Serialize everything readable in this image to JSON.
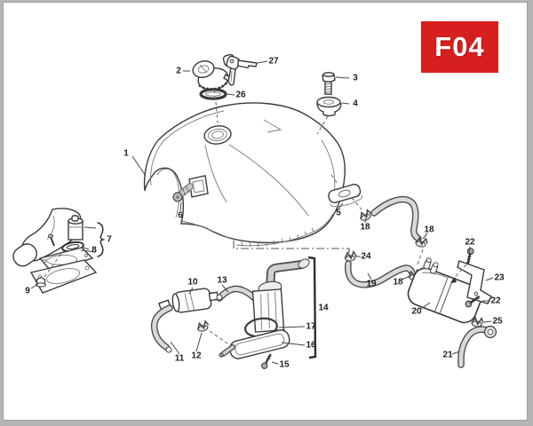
{
  "figure": {
    "code": "F04"
  },
  "colors": {
    "badge": "#d71f1f",
    "badge_text": "#ffffff",
    "line_art": "#3a3a3a",
    "hose_fill": "#d9d9d9",
    "page_background": "#ffffff",
    "surround": "#b5b5b5"
  },
  "labels": [
    {
      "text": "1"
    },
    {
      "text": "2"
    },
    {
      "text": "27"
    },
    {
      "text": "26"
    },
    {
      "text": "3"
    },
    {
      "text": "4"
    },
    {
      "text": "5"
    },
    {
      "text": "6"
    },
    {
      "text": "7"
    },
    {
      "text": "8"
    },
    {
      "text": "9"
    },
    {
      "text": "10"
    },
    {
      "text": "13"
    },
    {
      "text": "11"
    },
    {
      "text": "12"
    },
    {
      "text": "14"
    },
    {
      "text": "17"
    },
    {
      "text": "16"
    },
    {
      "text": "15"
    },
    {
      "text": "18"
    },
    {
      "text": "18"
    },
    {
      "text": "18"
    },
    {
      "text": "24"
    },
    {
      "text": "19"
    },
    {
      "text": "22"
    },
    {
      "text": "23"
    },
    {
      "text": "22"
    },
    {
      "text": "20"
    },
    {
      "text": "25"
    },
    {
      "text": "21"
    }
  ]
}
